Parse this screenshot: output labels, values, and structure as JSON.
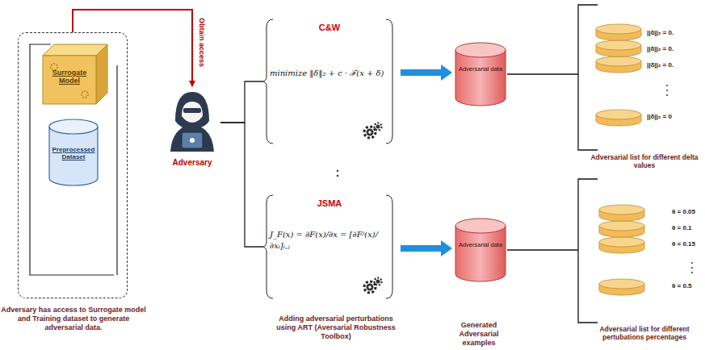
{
  "diagram": {
    "nodes": [
      {
        "text": [
          "Adversary has access to Surrogate model and Training dataset to generate adversarial data."
        ]
      },
      {
        "text": [
          "Surrogate Model"
        ],
        "in": 0
      },
      {
        "text": [
          "Preprocessed Dataset"
        ],
        "in": 0
      },
      {
        "text": [
          "Adversary"
        ]
      },
      {
        "text": [
          "C&W",
          "minimize ‖δ‖₂ + c · ℱ(x + δ)"
        ]
      },
      {
        "text": [
          "JSMA",
          "J_F(x) = ∂F(x)/∂x = [∂Fʲ(x)/∂xᵢ]ᵢ,ⱼ"
        ]
      },
      {
        "text": [
          "Adversarial data"
        ]
      },
      {
        "text": [
          "Adversarial data"
        ]
      }
    ],
    "edges": [
      {
        "from": 0,
        "to": 3,
        "arrow": "to",
        "label": "Obtain access"
      },
      {
        "from": 3,
        "to": 4,
        "arrow": "none"
      },
      {
        "from": 3,
        "to": 5,
        "arrow": "none"
      },
      {
        "from": 4,
        "to": 6,
        "arrow": "to"
      },
      {
        "from": 5,
        "to": 7,
        "arrow": "to"
      }
    ],
    "labels": [
      "Adding adversarial perturbations using ART (Aversarial Robustness Toolbox)",
      "Generated Adversarial examples",
      "||δ||₂ = 0.",
      "||δ||₂ = 0.",
      "||δ||₂ = 0.",
      "||δ||₂ = 0",
      "Adversarial list for different delta values",
      "θ = 0.05",
      "θ = 0.1",
      "θ = 0.15",
      "θ = 0.5",
      "Adversarial list for different pertubations percentages"
    ]
  }
}
